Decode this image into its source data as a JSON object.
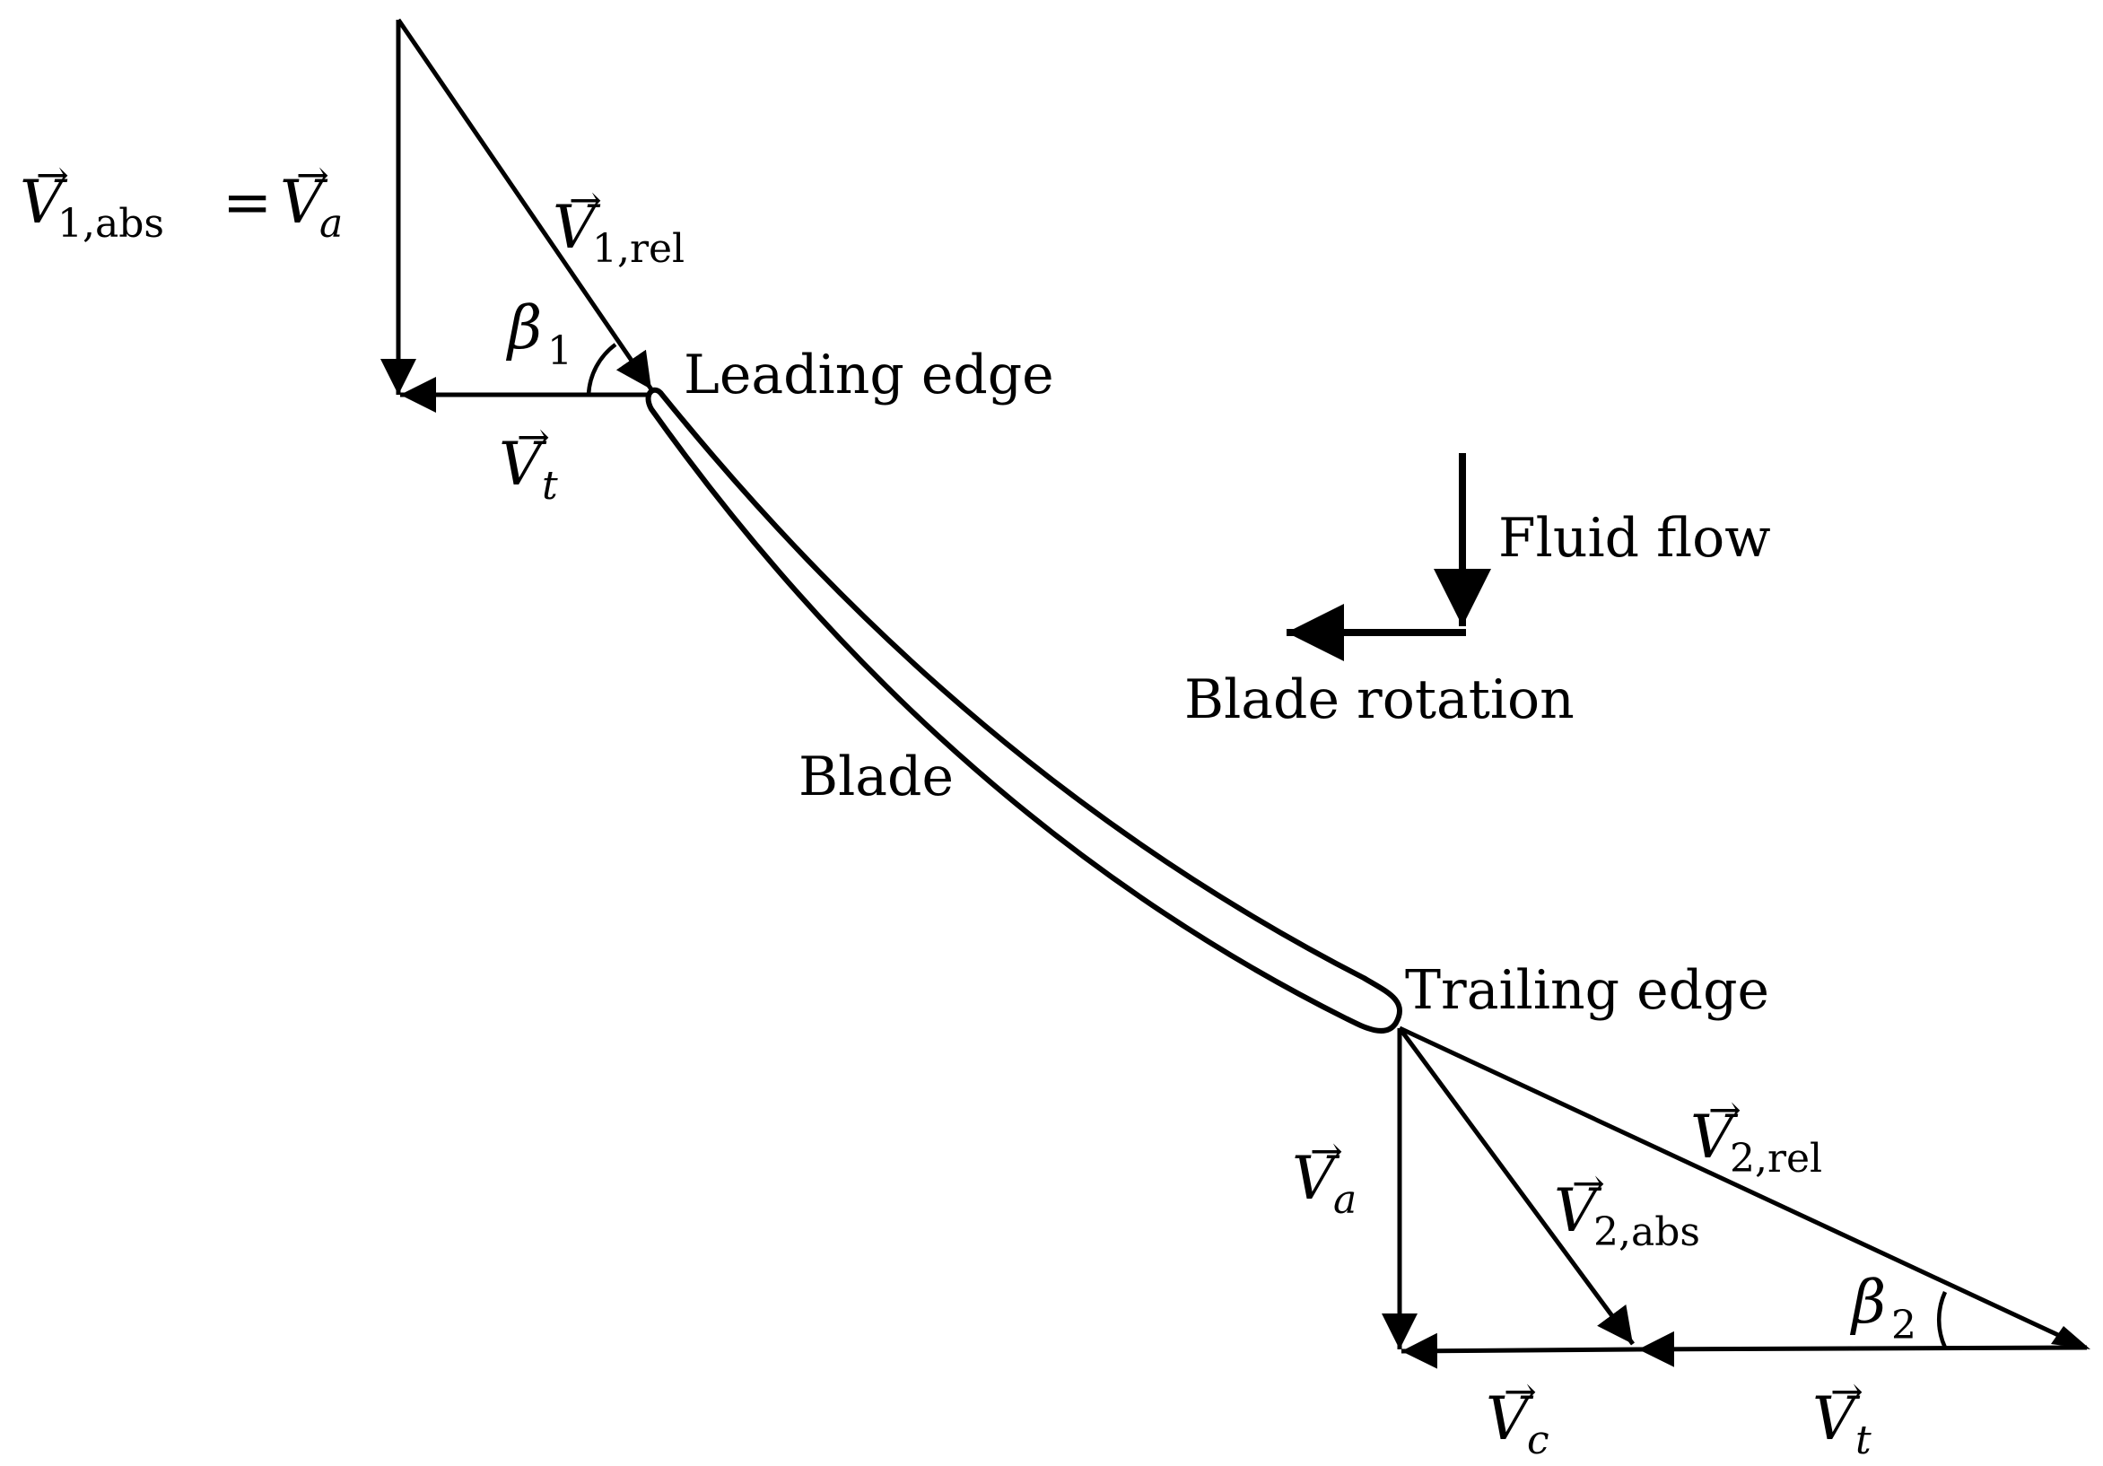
{
  "labels": {
    "leading_edge": "Leading edge",
    "trailing_edge": "Trailing edge",
    "blade": "Blade",
    "fluid_flow": "Fluid flow",
    "blade_rotation": "Blade rotation"
  },
  "vectors": {
    "v1_abs": {
      "base": "V",
      "sub": "1,abs"
    },
    "equals": "=",
    "va_top": {
      "base": "V",
      "sub": "a"
    },
    "v1_rel": {
      "base": "V",
      "sub": "1,rel"
    },
    "vt_top": {
      "base": "V",
      "sub": "t"
    },
    "va_bottom": {
      "base": "V",
      "sub": "a"
    },
    "v2_abs": {
      "base": "V",
      "sub": "2,abs"
    },
    "v2_rel": {
      "base": "V",
      "sub": "2,rel"
    },
    "vc": {
      "base": "V",
      "sub": "c"
    },
    "vt_bottom": {
      "base": "V",
      "sub": "t"
    }
  },
  "angles": {
    "beta1": {
      "base": "β",
      "sub": "1"
    },
    "beta2": {
      "base": "β",
      "sub": "2"
    }
  },
  "arrow_glyph": "→"
}
